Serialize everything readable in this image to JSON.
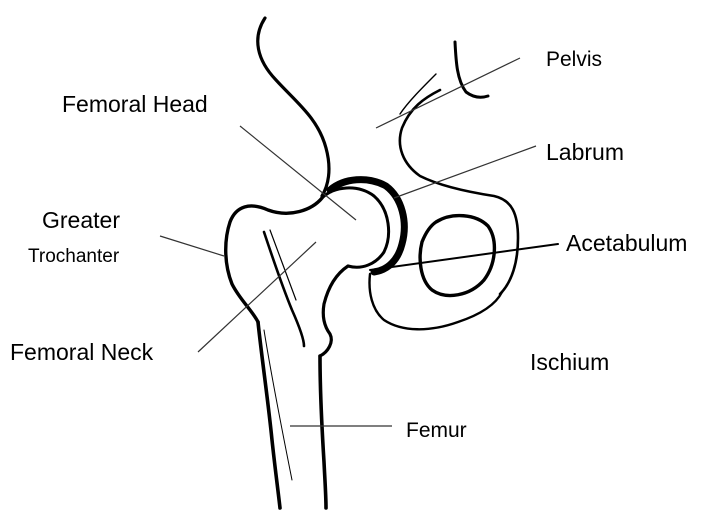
{
  "labels": {
    "pelvis": "Pelvis",
    "femoral_head": "Femoral Head",
    "labrum": "Labrum",
    "greater": "Greater",
    "trochanter": "Trochanter",
    "acetabulum": "Acetabulum",
    "femoral_neck": "Femoral Neck",
    "ischium": "Ischium",
    "femur": "Femur"
  },
  "colors": {
    "ink": "#000000",
    "background": "#ffffff"
  }
}
